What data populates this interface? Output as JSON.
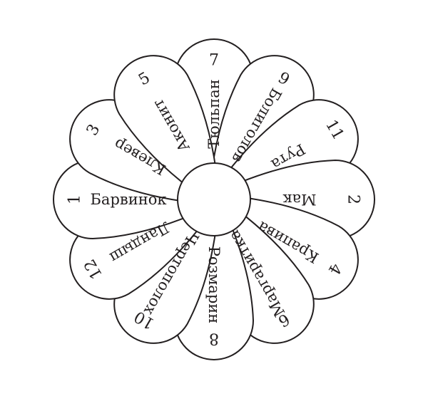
{
  "colors": {
    "outline": "#231f20",
    "fill": "#ffffff",
    "text": "#231f20"
  },
  "petals": [
    {
      "number": "7",
      "name": "Тюльпан"
    },
    {
      "number": "9",
      "name": "Болиголов"
    },
    {
      "number": "11",
      "name": "Рута"
    },
    {
      "number": "2",
      "name": "Мак"
    },
    {
      "number": "4",
      "name": "Крапива"
    },
    {
      "number": "6",
      "name": "Маргаритка"
    },
    {
      "number": "8",
      "name": "Розмарин"
    },
    {
      "number": "10",
      "name": "Чертополох"
    },
    {
      "number": "12",
      "name": "Ландыш"
    },
    {
      "number": "1",
      "name": "Барвинок"
    },
    {
      "number": "3",
      "name": "Клевер"
    },
    {
      "number": "5",
      "name": "Аконит"
    }
  ]
}
